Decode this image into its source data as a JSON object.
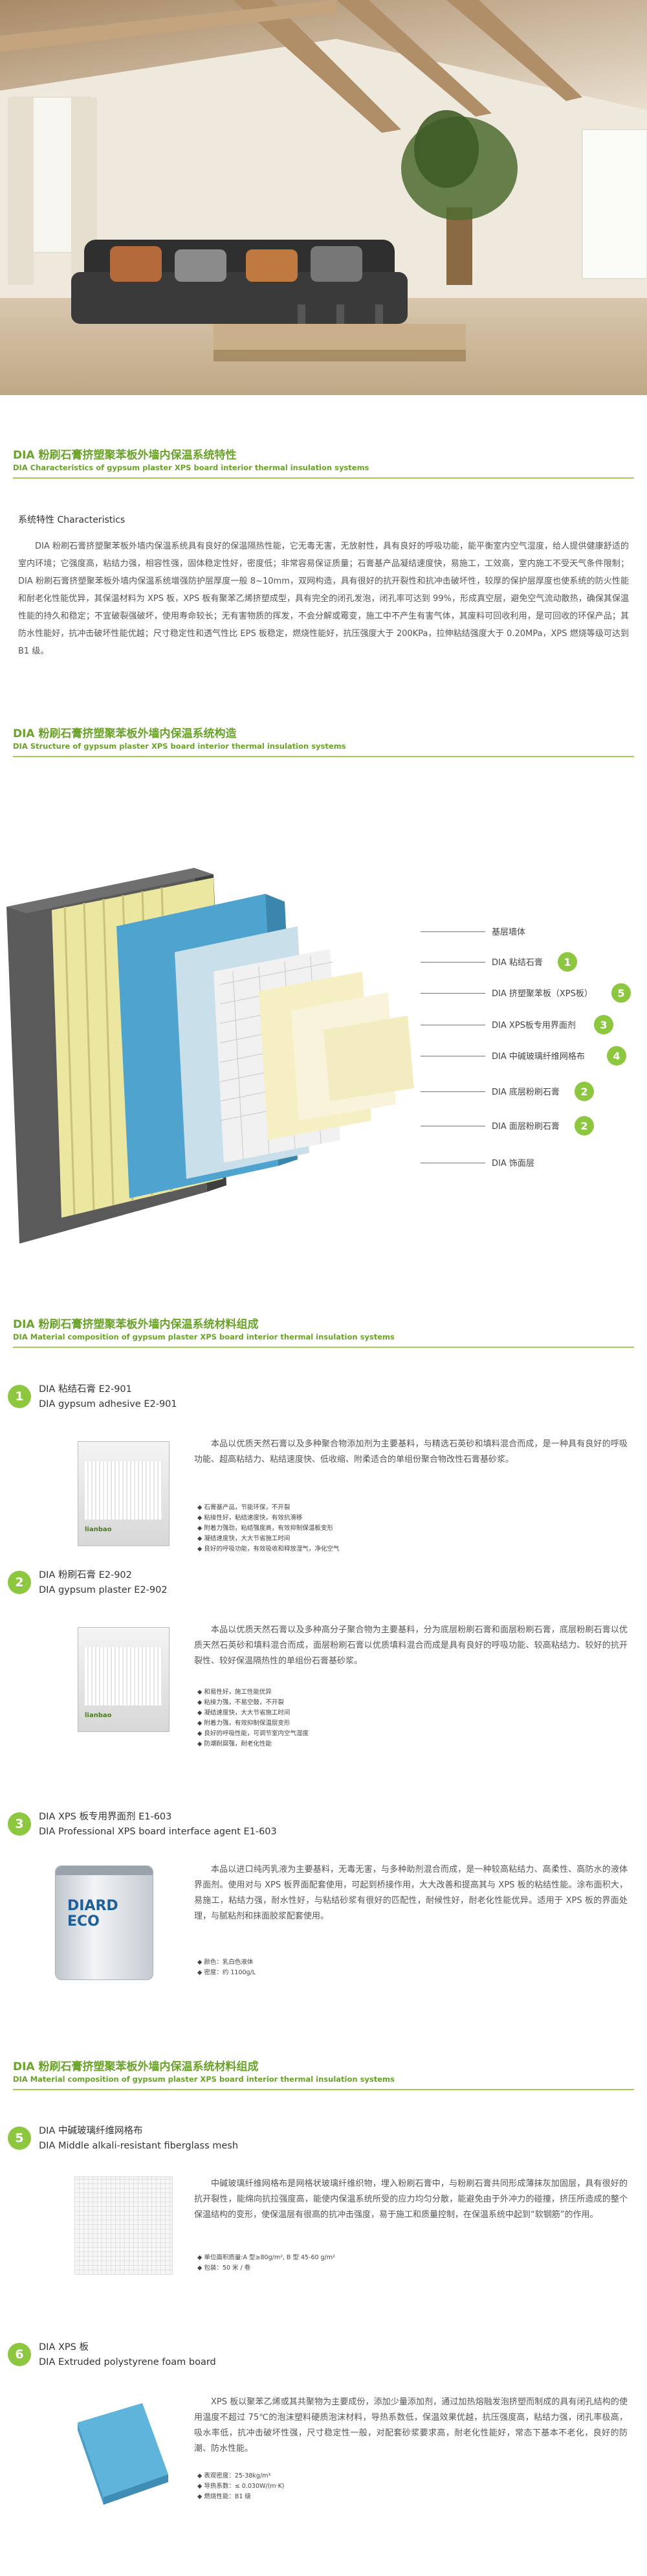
{
  "sections": {
    "characteristics": {
      "title_cn": "DIA 粉刷石膏挤塑聚苯板外墙内保温系统特性",
      "title_en": "DIA Characteristics of gypsum plaster XPS board interior thermal insulation systems",
      "subheading": "系统特性  Characteristics",
      "body": "DIA 粉刷石膏挤塑聚苯板外墙内保温系统具有良好的保温隔热性能，它无毒无害，无放射性，具有良好的呼吸功能，能平衡室内空气湿度，给人提供健康舒适的室内环境；它强度高，粘结力强，相容性强，固体稳定性好，密度低；非常容易保证质量；石膏基产品凝结速度快，易施工，工效高，室内施工不受天气条件限制；DIA 粉刷石膏挤塑聚苯板外墙内保温系统增强防护层厚度一般 8~10mm，双网构造，具有很好的抗开裂性和抗冲击破坏性，较厚的保护层厚度也使系统的防火性能和耐老化性能优异，其保温材料为 XPS 板，XPS 板有聚苯乙烯挤塑成型，具有完全的闭孔发泡，闭孔率可达到 99%，形成真空层，避免空气流动散热，确保其保温性能的持久和稳定；不宜破裂强破坏，使用寿命较长；无有害物质的挥发，不会分解或霉变，施工中不产生有害气体，其废料可回收利用，是可回收的环保产品；其防水性能好，抗冲击破坏性能优越；尺寸稳定性和透气性比 EPS 板稳定，燃烧性能好，抗压强度大于 200KPa，拉伸粘结强度大于 0.20MPa，XPS 燃烧等级可达到 B1 级。"
    },
    "structure": {
      "title_cn": "DIA 粉刷石膏挤塑聚苯板外墙内保温系统构造",
      "title_en": "DIA Structure of gypsum plaster XPS board interior thermal insulation systems",
      "layers": [
        {
          "label": "基层墙体",
          "badge": ""
        },
        {
          "label": "DIA 粘结石膏",
          "badge": "1"
        },
        {
          "label": "DIA 挤塑聚苯板（XPS板）",
          "badge": "5"
        },
        {
          "label": "DIA XPS板专用界面剂",
          "badge": "3"
        },
        {
          "label": "DIA 中碱玻璃纤维网格布",
          "badge": "4"
        },
        {
          "label": "DIA 底层粉刷石膏",
          "badge": "2"
        },
        {
          "label": "DIA 面层粉刷石膏",
          "badge": "2"
        },
        {
          "label": "DIA 饰面层",
          "badge": ""
        }
      ]
    },
    "materials1": {
      "title_cn": "DIA 粉刷石膏挤塑聚苯板外墙内保温系统材料组成",
      "title_en": "DIA Material composition of gypsum plaster XPS board interior thermal insulation systems",
      "items": [
        {
          "badge": "1",
          "name_cn": "DIA 粘结石膏 E2-901",
          "name_en": "DIA gypsum adhesive E2-901",
          "desc": "本品以优质天然石膏以及多种聚合物添加剂为主要基料，与精选石英砂和填料混合而成，是一种具有良好的呼吸功能、超高粘结力、粘结速度快、低收缩、附柔适合的单组份聚合物改性石膏基砂浆。",
          "bullets": [
            "◆ 石膏基产品，节能环保，不开裂",
            "◆ 粘接性好，粘结速度快，有效抗滑移",
            "◆ 附着力强劲，粘结强度高，有效抑制保温板变形",
            "◆ 凝结速度快，大大节省施工时间",
            "◆ 良好的呼吸功能，有效吸收和释放湿气，净化空气"
          ],
          "pack_brand": "lianbao"
        },
        {
          "badge": "2",
          "name_cn": "DIA 粉刷石膏 E2-902",
          "name_en": "DIA gypsum plaster E2-902",
          "desc": "本品以优质天然石膏以及多种高分子聚合物为主要基料，分为底层粉刷石膏和面层粉刷石膏，底层粉刷石膏以优质天然石英砂和填料混合而成，面层粉刷石膏以优质填料混合而成是具有良好的呼吸功能、较高粘结力、较好的抗开裂性、较好保温隔热性的单组份石膏基砂浆。",
          "bullets": [
            "◆ 和易性好，施工性能优异",
            "◆ 粘接力强，不易空鼓，不开裂",
            "◆ 凝结速度快，大大节省施工时间",
            "◆ 附着力强，有效抑制保温层变形",
            "◆ 良好的呼吸性能，可调节室内空气湿度",
            "◆ 防潮耐腐强，耐老化性能"
          ],
          "pack_brand": "lianbao"
        },
        {
          "badge": "3",
          "name_cn": "DIA XPS 板专用界面剂 E1-603",
          "name_en": "DIA Professional XPS board interface agent  E1-603",
          "desc": "本品以进口纯丙乳液为主要基料，无毒无害，与多种助剂混合而成，是一种较高粘结力、高柔性、高防水的液体界面剂。使用对与 XPS 板界面配套使用，可起到桥接作用，大大改善和提高其与 XPS 板的粘结性能。涂布面积大，易施工，粘结力强，耐水性好，与粘结砂浆有很好的匹配性，耐候性好，耐老化性能优异。适用于 XPS 板的界面处理，与腻粘剂和抹面胶浆配套使用。",
          "bullets": [
            "◆ 颜色：乳白色液体",
            "◆ 密度：约 1100g/L"
          ],
          "pack_brand": "DIARD ECO"
        }
      ]
    },
    "materials2": {
      "title_cn": "DIA 粉刷石膏挤塑聚苯板外墙内保温系统材料组成",
      "title_en": "DIA Material composition of gypsum plaster XPS board interior thermal insulation systems",
      "items": [
        {
          "badge": "5",
          "name_cn": "DIA 中碱玻璃纤维网格布",
          "name_en": "DIA Middle alkali-resistant fiberglass mesh",
          "desc": "中碱玻璃纤维网格布是网格状玻璃纤维织物，埋入粉刷石膏中，与粉刷石膏共同形成薄抹灰加固层，具有很好的抗开裂性，能绵向抗拉强度高，能使内保温系统所受的应力均匀分散，能避免由于外冲力的碰撞，挤压所造成的整个保温结构的变形，使保温层有很高的抗冲击强度，易于施工和质量控制，在保温系统中起到“软钢筋”的作用。",
          "bullets": [
            "◆ 单位面积质量:A 型≥80g/m², B 型 45-60 g/m²",
            "◆ 包装：50 米 / 卷"
          ]
        },
        {
          "badge": "6",
          "name_cn": "DIA XPS 板",
          "name_en": "DIA Extruded polystyrene foam board",
          "desc": "XPS 板以聚苯乙烯或其共聚物为主要成份，添加少量添加剂，通过加热熔融发泡挤塑而制成的具有闭孔结构的使用温度不超过 75℃的泡沫塑料硬质泡沫材料，导热系数低，保温效果优越，抗压强度高，粘结力强，闭孔率极高，吸水率低，抗冲击破坏性强，尺寸稳定性一般，对配套砂浆要求高，耐老化性能好，常态下基本不老化，良好的防潮、防水性能。",
          "bullets": [
            "◆ 表观密度：25-38kg/m³",
            "◆ 导热系数：≤ 0.030W/(m·K)",
            "◆ 燃烧性能：B1 级"
          ]
        }
      ]
    }
  }
}
